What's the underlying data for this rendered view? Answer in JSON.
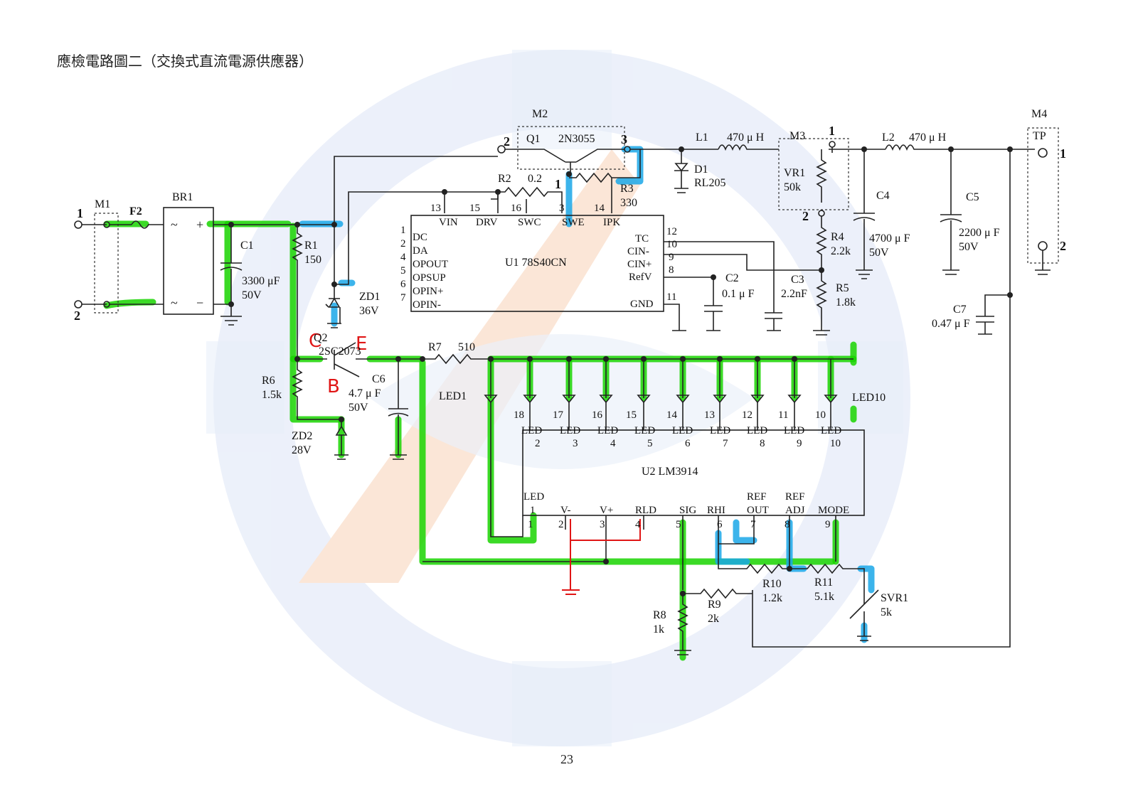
{
  "page": {
    "title": "應檢電路圖二（交換式直流電源供應器）",
    "page_number": "23"
  },
  "colors": {
    "highlight_green": "#19d400",
    "highlight_blue": "#1aa7e8",
    "annotation_red": "#e01616",
    "watermark_blue": "#c9d7f1",
    "watermark_orange": "#f4b98f"
  },
  "modules": {
    "m1": "M1",
    "m2": "M2",
    "m3": "M3",
    "m4": "M4",
    "m4_tp": "TP"
  },
  "terminals": {
    "t1": "1",
    "t2": "2",
    "t3": "3"
  },
  "components": {
    "f2": "F2",
    "br1": "BR1",
    "br1_plus": "+",
    "br1_minus": "−",
    "br1_ac": "~",
    "c1": "C1",
    "c1_val": "3300 μF",
    "c1_volt": "50V",
    "r1": "R1",
    "r1_val": "150",
    "zd1": "ZD1",
    "zd1_val": "36V",
    "q1": "Q1",
    "q1_part": "2N3055",
    "r2": "R2",
    "r2_val": "0.2",
    "r3": "R3",
    "r3_val": "330",
    "l1": "L1",
    "l1_val": "470 μ H",
    "d1": "D1",
    "d1_part": "RL205",
    "vr1": "VR1",
    "vr1_val": "50k",
    "l2": "L2",
    "l2_val": "470 μ H",
    "c4": "C4",
    "c4_val": "4700 μ F",
    "c4_volt": "50V",
    "c5": "C5",
    "c5_val": "2200 μ F",
    "c5_volt": "50V",
    "r4": "R4",
    "r4_val": "2.2k",
    "r5": "R5",
    "r5_val": "1.8k",
    "c2": "C2",
    "c2_val": "0.1 μ F",
    "c3": "C3",
    "c3_val": "2.2nF",
    "c7": "C7",
    "c7_val": "0.47 μ F",
    "q2": "Q2",
    "q2_part": "2SC2073",
    "r6": "R6",
    "r6_val": "1.5k",
    "c6": "C6",
    "c6_val": "4.7 μ F",
    "c6_volt": "50V",
    "zd2": "ZD2",
    "zd2_val": "28V",
    "r7": "R7",
    "r7_val": "510",
    "led1": "LED1",
    "led10": "LED10",
    "r8": "R8",
    "r8_val": "1k",
    "r9": "R9",
    "r9_val": "2k",
    "r10": "R10",
    "r10_val": "1.2k",
    "r11": "R11",
    "r11_val": "5.1k",
    "svr1": "SVR1",
    "svr1_val": "5k"
  },
  "u1": {
    "name": "U1 78S40CN",
    "top_pins": [
      {
        "num": "13",
        "name": "VIN"
      },
      {
        "num": "15",
        "name": "DRV"
      },
      {
        "num": "16",
        "name": "SWC"
      },
      {
        "num": "3",
        "name": "SWE"
      },
      {
        "num": "14",
        "name": "IPK"
      }
    ],
    "left_pins": [
      {
        "num": "1",
        "name": "DC"
      },
      {
        "num": "2",
        "name": "DA"
      },
      {
        "num": "4",
        "name": "OPOUT"
      },
      {
        "num": "5",
        "name": "OPSUP"
      },
      {
        "num": "6",
        "name": "OPIN+"
      },
      {
        "num": "7",
        "name": "OPIN-"
      }
    ],
    "right_pins": [
      {
        "num": "12",
        "name": "TC"
      },
      {
        "num": "10",
        "name": "CIN-"
      },
      {
        "num": "9",
        "name": "CIN+"
      },
      {
        "num": "8",
        "name": "RefV"
      },
      {
        "num": "11",
        "name": "GND"
      }
    ]
  },
  "u2": {
    "name": "U2 LM3914",
    "top_pins": [
      {
        "num": "18",
        "line1": "LED",
        "line2": "2"
      },
      {
        "num": "17",
        "line1": "LED",
        "line2": "3"
      },
      {
        "num": "16",
        "line1": "LED",
        "line2": "4"
      },
      {
        "num": "15",
        "line1": "LED",
        "line2": "5"
      },
      {
        "num": "14",
        "line1": "LED",
        "line2": "6"
      },
      {
        "num": "13",
        "line1": "LED",
        "line2": "7"
      },
      {
        "num": "12",
        "line1": "LED",
        "line2": "8"
      },
      {
        "num": "11",
        "line1": "LED",
        "line2": "9"
      },
      {
        "num": "10",
        "line1": "LED",
        "line2": "10"
      }
    ],
    "bottom_pins": [
      {
        "num": "1",
        "line1": "LED",
        "line2": "1"
      },
      {
        "num": "2",
        "line1": "",
        "line2": "V-"
      },
      {
        "num": "3",
        "line1": "",
        "line2": "V+"
      },
      {
        "num": "4",
        "line1": "",
        "line2": "RLD"
      },
      {
        "num": "5",
        "line1": "",
        "line2": "SIG"
      },
      {
        "num": "6",
        "line1": "",
        "line2": "RHI"
      },
      {
        "num": "7",
        "line1": "REF",
        "line2": "OUT"
      },
      {
        "num": "8",
        "line1": "REF",
        "line2": "ADJ"
      },
      {
        "num": "9",
        "line1": "",
        "line2": "MODE"
      }
    ]
  },
  "annotations": {
    "c": "C",
    "e": "E",
    "b": "B"
  }
}
